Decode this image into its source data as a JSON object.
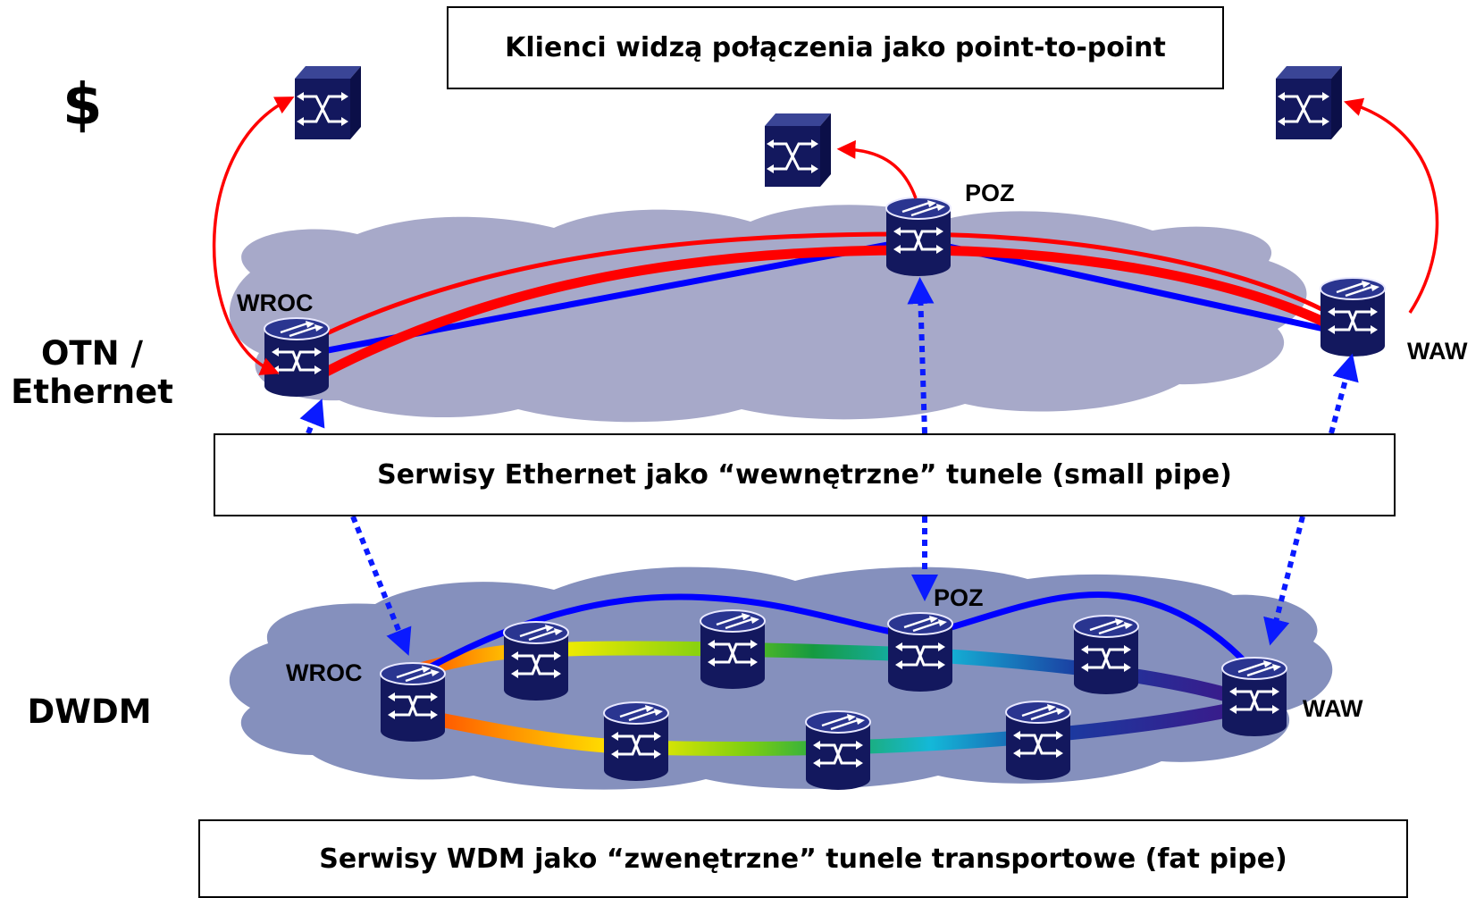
{
  "boxes": {
    "top": "Klienci widzą połączenia jako point-to-point",
    "middle": "Serwisy Ethernet jako “wewnętrzne” tunele (small pipe)",
    "bottom": "Serwisy WDM jako “zwenętrzne” tunele transportowe (fat pipe)"
  },
  "layers": {
    "cost": "$",
    "otn": "OTN /\nEthernet",
    "dwdm": "DWDM"
  },
  "nodes": {
    "otn_wroc": "WROC",
    "otn_poz": "POZ",
    "otn_waw": "WAW",
    "dwdm_wroc": "WROC",
    "dwdm_poz": "POZ",
    "dwdm_waw": "WAW"
  },
  "colors": {
    "cloud": "#a7a9c9",
    "cloud_dwdm": "#8590bd",
    "device": "#13185e",
    "client_link": "#ff0000",
    "tunnel": "#0000ff",
    "mapping_arrow": "#0a1aff"
  },
  "icons": {
    "client": "client-switch-icon",
    "node": "optical-switch-icon"
  }
}
